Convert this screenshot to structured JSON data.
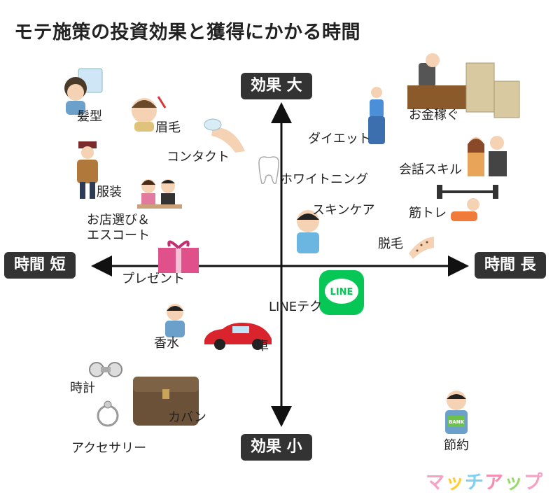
{
  "title": "モテ施策の投資効果と獲得にかかる時間",
  "axes": {
    "top": "効果 大",
    "bottom": "効果 小",
    "left": "時間 短",
    "right": "時間 長"
  },
  "items": {
    "hairstyle": "髪型",
    "eyebrows": "眉毛",
    "contacts": "コンタクト",
    "clothes": "服装",
    "restaurant_line1": "お店選び＆",
    "restaurant_line2": "エスコート",
    "whitening": "ホワイトニング",
    "diet": "ダイエット",
    "money": "お金稼ぐ",
    "conversation": "会話スキル",
    "skincare": "スキンケア",
    "workout": "筋トレ",
    "hair_removal": "脱毛",
    "present": "プレゼント",
    "line_tech": "LINEテク",
    "line_logo": "LINE",
    "perfume": "香水",
    "car": "車",
    "watch": "時計",
    "bag": "カバン",
    "accessories": "アクセサリー",
    "savings": "節約",
    "bank_badge": "BANK"
  },
  "logo": "マッチアップ",
  "colors": {
    "line_green": "#06c755",
    "logo": [
      "#f7a1c4",
      "#ffcc33",
      "#7fd1f0",
      "#f58fb0",
      "#9ad86e",
      "#f7a1c4"
    ]
  }
}
